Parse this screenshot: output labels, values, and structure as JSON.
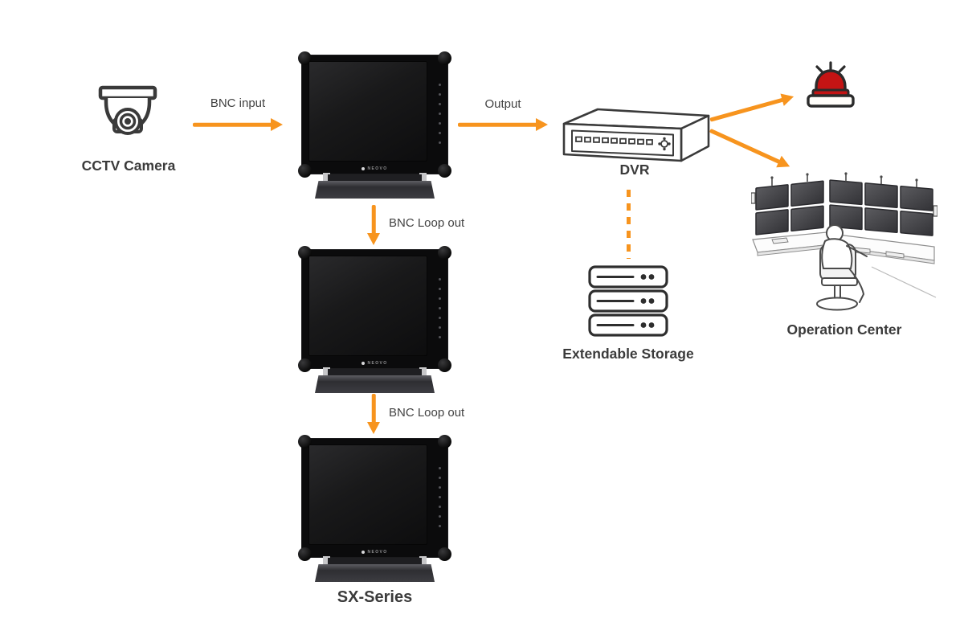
{
  "canvas": {
    "background": "#ffffff"
  },
  "colors": {
    "arrow_orange": "#F7941E",
    "node_label": "#3B3B3B",
    "edge_label": "#424242",
    "icon_stroke": "#3A3A3A",
    "alarm_red": "#C41414",
    "monitor_black": "#0b0b0c"
  },
  "nodes": {
    "cctv_camera": {
      "label": "CCTV Camera",
      "icon": "dome-camera-icon"
    },
    "monitor_top": {
      "brand": "NEOVO",
      "icon": "desktop-monitor"
    },
    "monitor_mid": {
      "brand": "NEOVO",
      "icon": "desktop-monitor"
    },
    "monitor_bottom": {
      "brand": "NEOVO",
      "series_label": "SX-Series",
      "icon": "desktop-monitor"
    },
    "dvr": {
      "label": "DVR",
      "icon": "dvr-box-icon"
    },
    "alarm": {
      "icon": "siren-alarm-icon"
    },
    "operation_center": {
      "label": "Operation Center",
      "icon": "control-room-illustration"
    },
    "extendable_storage": {
      "label": "Extendable Storage",
      "icon": "server-stack-icon"
    }
  },
  "edges": {
    "bnc_input": {
      "label": "BNC input",
      "from": "cctv_camera",
      "to": "monitor_top",
      "style": "solid-arrow"
    },
    "output": {
      "label": "Output",
      "from": "monitor_top",
      "to": "dvr",
      "style": "solid-arrow"
    },
    "bnc_loop_out_1": {
      "label": "BNC Loop out",
      "from": "monitor_top",
      "to": "monitor_mid",
      "style": "solid-arrow"
    },
    "bnc_loop_out_2": {
      "label": "BNC Loop out",
      "from": "monitor_mid",
      "to": "monitor_bottom",
      "style": "solid-arrow"
    },
    "dvr_to_alarm": {
      "label": "",
      "from": "dvr",
      "to": "alarm",
      "style": "solid-arrow"
    },
    "dvr_to_operation_center": {
      "label": "",
      "from": "dvr",
      "to": "operation_center",
      "style": "solid-arrow"
    },
    "dvr_to_storage": {
      "label": "",
      "from": "dvr",
      "to": "extendable_storage",
      "style": "dashed-line"
    }
  }
}
